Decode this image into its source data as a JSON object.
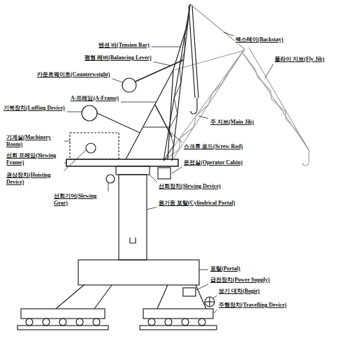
{
  "diagram": {
    "labels": [
      "백스테이(Backstay)",
      "텐션 바(Tension Bar)",
      "플라이 지브(Fly Jib)",
      "평형 레버(Balancing Lever)",
      "카운트웨이트(Counterweight)",
      "A-프레임(A-Frame)",
      "기복장치(Luffing Device)",
      "주 지브(Main Jib)",
      "기계실(Machinery Room)",
      "선회 프레임(Slewing Frame)",
      "스크류 로드(Screw Rod)",
      "운전실(Operator Cabin)",
      "권상장치(Hoisting Device)",
      "선회장치(Slewing Device)",
      "선회기어(Slewing Gear)",
      "원기둥 포탈(Cylindrical Portal)",
      "포탈(Portal)",
      "급전장치(Power Supply)",
      "보기 대차(Bogie)",
      "주행장치(Travelling Device)"
    ]
  }
}
